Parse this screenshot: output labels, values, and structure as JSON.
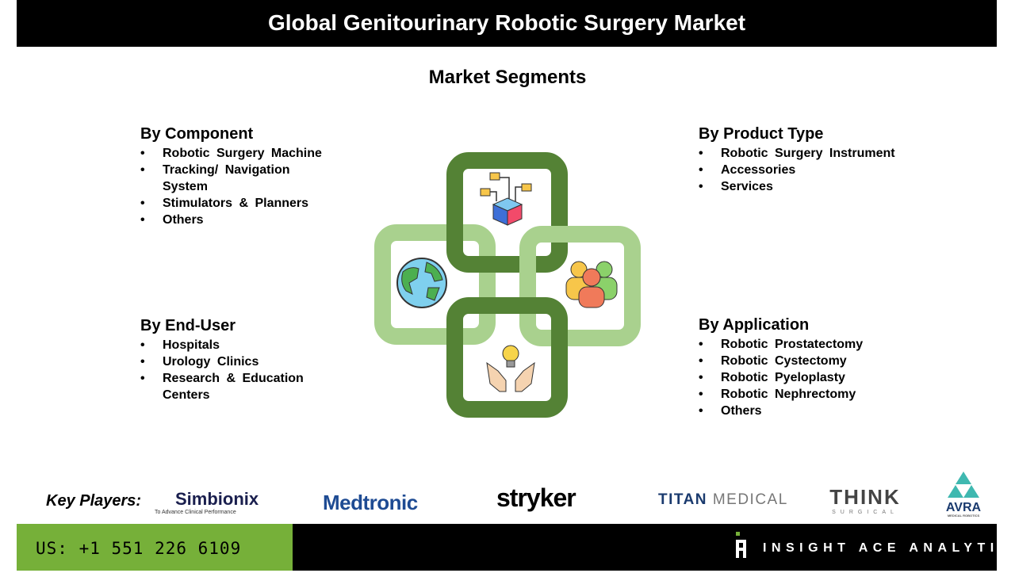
{
  "title": "Global Genitourinary Robotic Surgery Market",
  "subtitle": "Market Segments",
  "segments": {
    "component": {
      "heading": "By Component",
      "items": [
        "Robotic Surgery Machine",
        "Tracking/ Navigation System",
        "Stimulators & Planners",
        "Others"
      ]
    },
    "product_type": {
      "heading": "By Product Type",
      "items": [
        "Robotic Surgery Instrument",
        "Accessories",
        "Services"
      ]
    },
    "end_user": {
      "heading": "By End-User",
      "items": [
        "Hospitals",
        "Urology Clinics",
        "Research & Education Centers"
      ]
    },
    "application": {
      "heading": "By Application",
      "items": [
        "Robotic Prostatectomy",
        "Robotic Cystectomy",
        "Robotic Pyeloplasty",
        "Robotic Nephrectomy",
        "Others"
      ]
    }
  },
  "key_players": {
    "label": "Key Players:",
    "logos": [
      "Simbionix",
      "To Advance Clinical Performance",
      "Medtronic",
      "stryker",
      "TITAN",
      "MEDICAL",
      "THINK",
      "SURGICAL",
      "AVRA",
      "MEDICAL ROBOTICS"
    ]
  },
  "footer": {
    "phone": "US: +1 551 226 6109",
    "brand": "INSIGHT ACE ANALYTIC"
  },
  "colors": {
    "dark_green": "#548235",
    "light_green": "#a9d18e",
    "footer_green": "#76b039"
  }
}
